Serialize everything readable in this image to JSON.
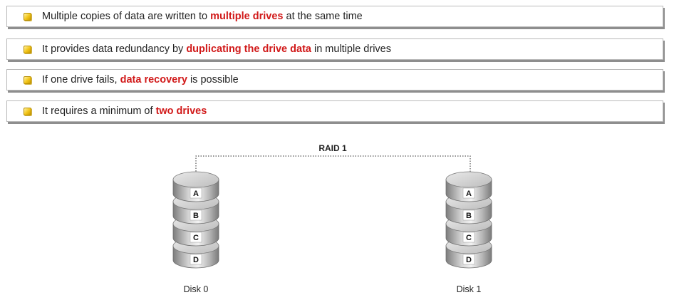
{
  "bullets": [
    {
      "before": "Multiple copies of data are written to ",
      "highlight": "multiple drives",
      "after": " at the same time"
    },
    {
      "before": "It provides data redundancy by ",
      "highlight": "duplicating the drive data",
      "after": " in multiple drives"
    },
    {
      "before": "If one drive fails, ",
      "highlight": "data recovery",
      "after": " is possible"
    },
    {
      "before": "It requires a minimum of ",
      "highlight": "two drives",
      "after": ""
    }
  ],
  "diagram": {
    "raid_label": "RAID 1",
    "disks": [
      {
        "name": "Disk 0",
        "blocks": [
          "A",
          "B",
          "C",
          "D"
        ]
      },
      {
        "name": "Disk 1",
        "blocks": [
          "A",
          "B",
          "C",
          "D"
        ]
      }
    ]
  },
  "colors": {
    "highlight": "#d11919",
    "bullet_icon": "#f2c418",
    "disk_gray": "#a0a0a0"
  }
}
